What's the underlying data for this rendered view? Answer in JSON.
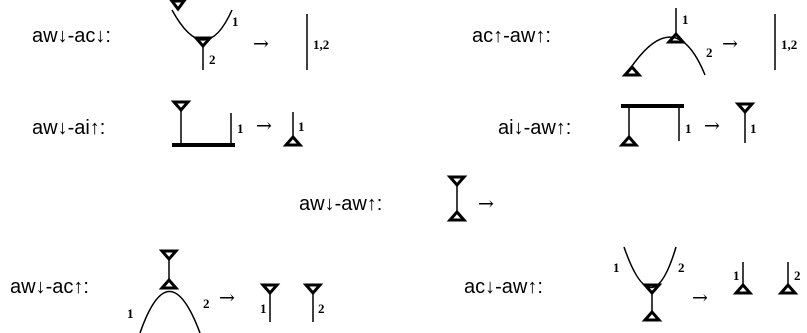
{
  "rules": [
    {
      "id": "aw-down-ac-down",
      "label": "aw↓-ac↓:",
      "arrow": "→",
      "lhs_marks": [
        "1",
        "2"
      ],
      "rhs_marks": [
        "1,2"
      ]
    },
    {
      "id": "ac-up-aw-up",
      "label": "ac↑-aw↑:",
      "arrow": "→",
      "lhs_marks": [
        "1",
        "2"
      ],
      "rhs_marks": [
        "1,2"
      ]
    },
    {
      "id": "aw-down-ai-up",
      "label": "aw↓-ai↑:",
      "arrow": "→",
      "lhs_marks": [
        "1"
      ],
      "rhs_marks": [
        "1"
      ]
    },
    {
      "id": "ai-down-aw-up",
      "label": "ai↓-aw↑:",
      "arrow": "→",
      "lhs_marks": [
        "1"
      ],
      "rhs_marks": [
        "1"
      ]
    },
    {
      "id": "aw-down-aw-up",
      "label": "aw↓-aw↑:",
      "arrow": "→",
      "lhs_marks": [],
      "rhs_marks": []
    },
    {
      "id": "aw-down-ac-up",
      "label": "aw↓-ac↑:",
      "arrow": "→",
      "lhs_marks": [
        "1",
        "2"
      ],
      "rhs_marks": [
        "1",
        "2"
      ]
    },
    {
      "id": "ac-down-aw-up",
      "label": "ac↓-aw↑:",
      "arrow": "→",
      "lhs_marks": [
        "1",
        "2"
      ],
      "rhs_marks": [
        "1",
        "2"
      ]
    }
  ]
}
